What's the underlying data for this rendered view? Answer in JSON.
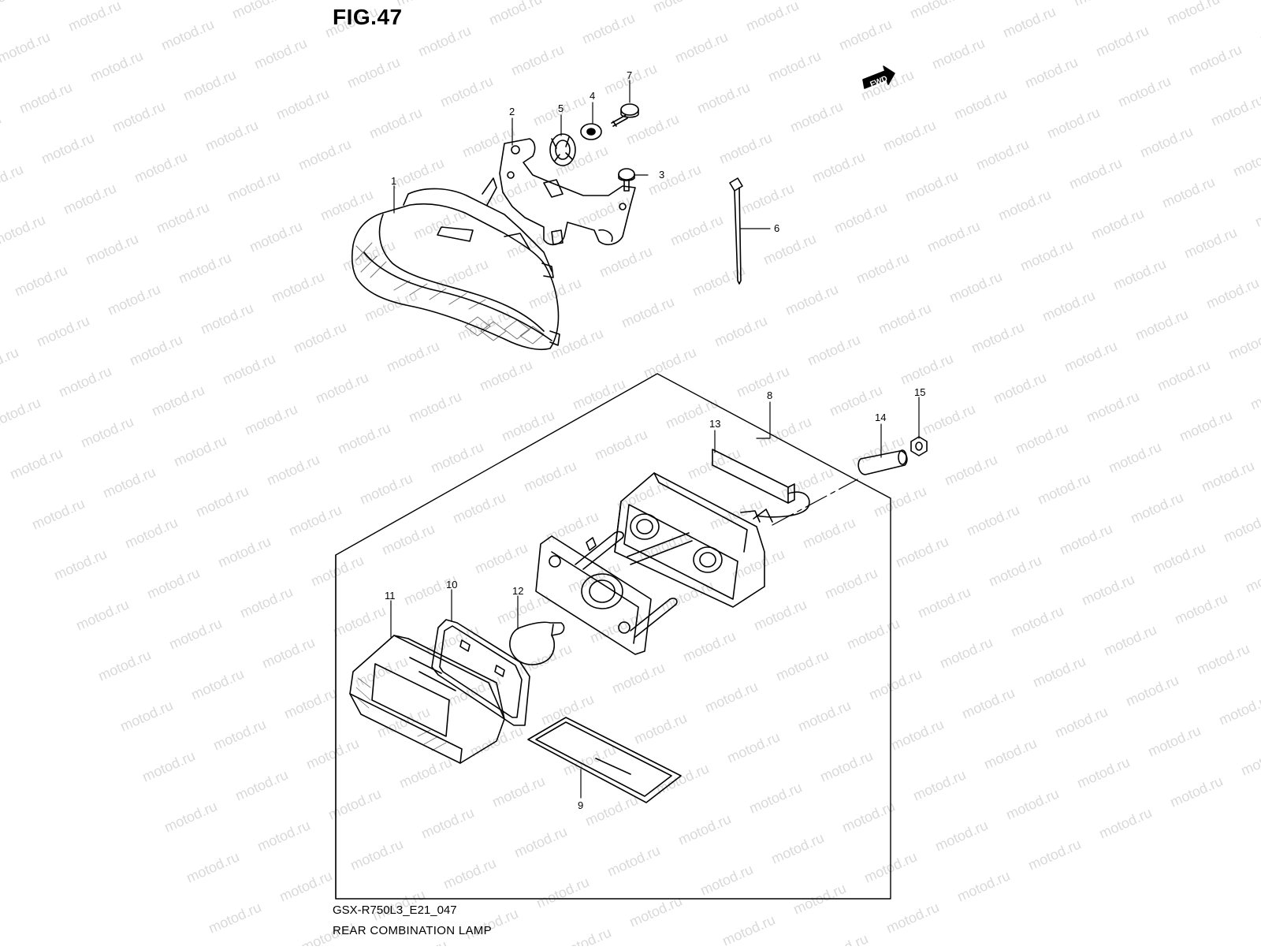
{
  "figure": {
    "title": "FIG.47",
    "code": "GSX-R750L3_E21_047",
    "caption": "REAR COMBINATION LAMP",
    "direction_tag": "FWD"
  },
  "watermark": {
    "text": "motod.ru"
  },
  "callouts": [
    "1",
    "2",
    "3",
    "4",
    "5",
    "6",
    "7",
    "8",
    "9",
    "10",
    "11",
    "12",
    "13",
    "14",
    "15"
  ]
}
